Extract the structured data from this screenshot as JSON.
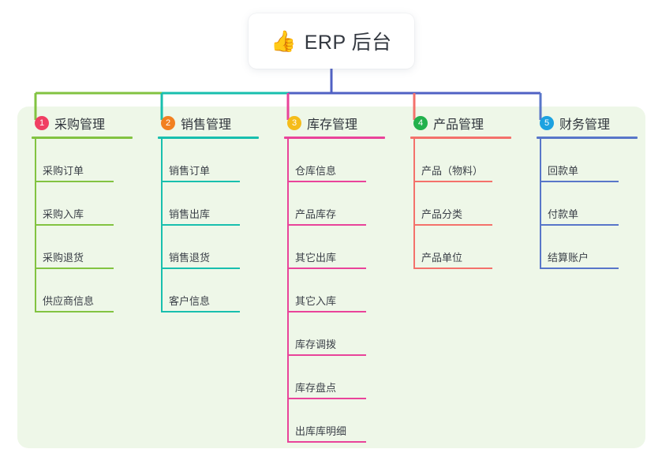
{
  "root": {
    "icon": "thumbs-up-icon",
    "icon_glyph": "👍",
    "title": "ERP 后台"
  },
  "panel": {
    "background_color": "#eef7e8"
  },
  "columns": [
    {
      "index": "1",
      "title": "采购管理",
      "badge_color": "#f03f63",
      "accent_color": "#82c341",
      "connector_color": "#82c341",
      "items": [
        {
          "label": "采购订单"
        },
        {
          "label": "采购入库"
        },
        {
          "label": "采购退货"
        },
        {
          "label": "供应商信息"
        }
      ]
    },
    {
      "index": "2",
      "title": "销售管理",
      "badge_color": "#f28020",
      "accent_color": "#18bfae",
      "connector_color": "#18bfae",
      "items": [
        {
          "label": "销售订单"
        },
        {
          "label": "销售出库"
        },
        {
          "label": "销售退货"
        },
        {
          "label": "客户信息"
        }
      ]
    },
    {
      "index": "3",
      "title": "库存管理",
      "badge_color": "#f5bc1a",
      "accent_color": "#e9439a",
      "connector_color": "#e9439a",
      "items": [
        {
          "label": "仓库信息"
        },
        {
          "label": "产品库存"
        },
        {
          "label": "其它出库"
        },
        {
          "label": "其它入库"
        },
        {
          "label": "库存调拨"
        },
        {
          "label": "库存盘点"
        },
        {
          "label": "出库库明细"
        }
      ]
    },
    {
      "index": "4",
      "title": "产品管理",
      "badge_color": "#22b14c",
      "accent_color": "#f4716b",
      "connector_color": "#f4716b",
      "items": [
        {
          "label": "产品（物料）"
        },
        {
          "label": "产品分类"
        },
        {
          "label": "产品单位"
        }
      ]
    },
    {
      "index": "5",
      "title": "财务管理",
      "badge_color": "#1ca2e0",
      "accent_color": "#5876c9",
      "connector_color": "#5876c9",
      "items": [
        {
          "label": "回款单"
        },
        {
          "label": "付款单"
        },
        {
          "label": "结算账户"
        }
      ]
    }
  ],
  "trunk": {
    "color": "#5061c4"
  }
}
